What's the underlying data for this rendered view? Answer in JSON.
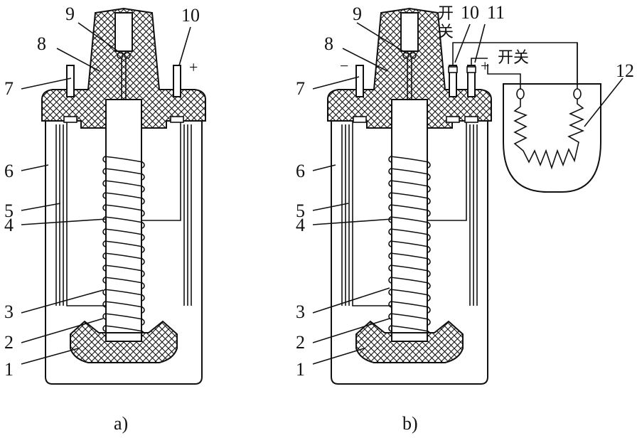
{
  "diagram_a": {
    "caption": "a)",
    "labels": [
      "1",
      "2",
      "3",
      "4",
      "5",
      "6",
      "7",
      "8",
      "9",
      "10"
    ],
    "plus_sign": "+"
  },
  "diagram_b": {
    "caption": "b)",
    "labels": [
      "1",
      "2",
      "3",
      "4",
      "5",
      "6",
      "7",
      "8",
      "9",
      "10",
      "11",
      "12"
    ],
    "minus_sign": "−",
    "plus_sign": "+",
    "switch_vertical_top": "开",
    "switch_vertical_bottom": "关",
    "switch_horizontal": "开关"
  },
  "colors": {
    "ink": "#111111",
    "background": "#ffffff"
  }
}
